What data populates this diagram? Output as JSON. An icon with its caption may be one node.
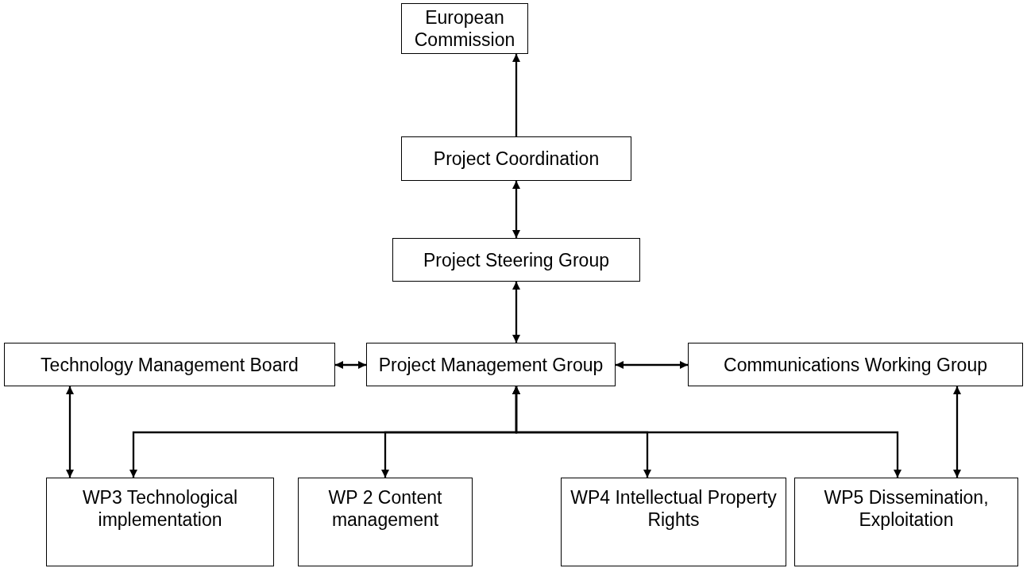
{
  "diagram": {
    "nodes": [
      {
        "text": [
          "European Commission"
        ]
      },
      {
        "text": [
          "Project Coordination"
        ]
      },
      {
        "text": [
          "Project Steering Group"
        ]
      },
      {
        "text": [
          "Technology Management Board"
        ]
      },
      {
        "text": [
          "Project Management Group"
        ]
      },
      {
        "text": [
          "Communications Working Group"
        ]
      },
      {
        "text": [
          "WP3 Technological implementation"
        ]
      },
      {
        "text": [
          "WP 2 Content management"
        ]
      },
      {
        "text": [
          "WP4 Intellectual Property Rights"
        ]
      },
      {
        "text": [
          "WP5 Dissemination, Exploitation"
        ]
      }
    ],
    "edges": [
      {
        "from": 1,
        "to": 0,
        "arrow": "to"
      },
      {
        "from": 1,
        "to": 2,
        "arrow": "both"
      },
      {
        "from": 2,
        "to": 4,
        "arrow": "both"
      },
      {
        "from": 3,
        "to": 4,
        "arrow": "both"
      },
      {
        "from": 4,
        "to": 5,
        "arrow": "both"
      },
      {
        "from": 3,
        "to": 6,
        "arrow": "both"
      },
      {
        "from": 4,
        "to": 6,
        "arrow": "both"
      },
      {
        "from": 4,
        "to": 7,
        "arrow": "both"
      },
      {
        "from": 4,
        "to": 8,
        "arrow": "both"
      },
      {
        "from": 4,
        "to": 9,
        "arrow": "both"
      },
      {
        "from": 5,
        "to": 9,
        "arrow": "both"
      }
    ]
  }
}
